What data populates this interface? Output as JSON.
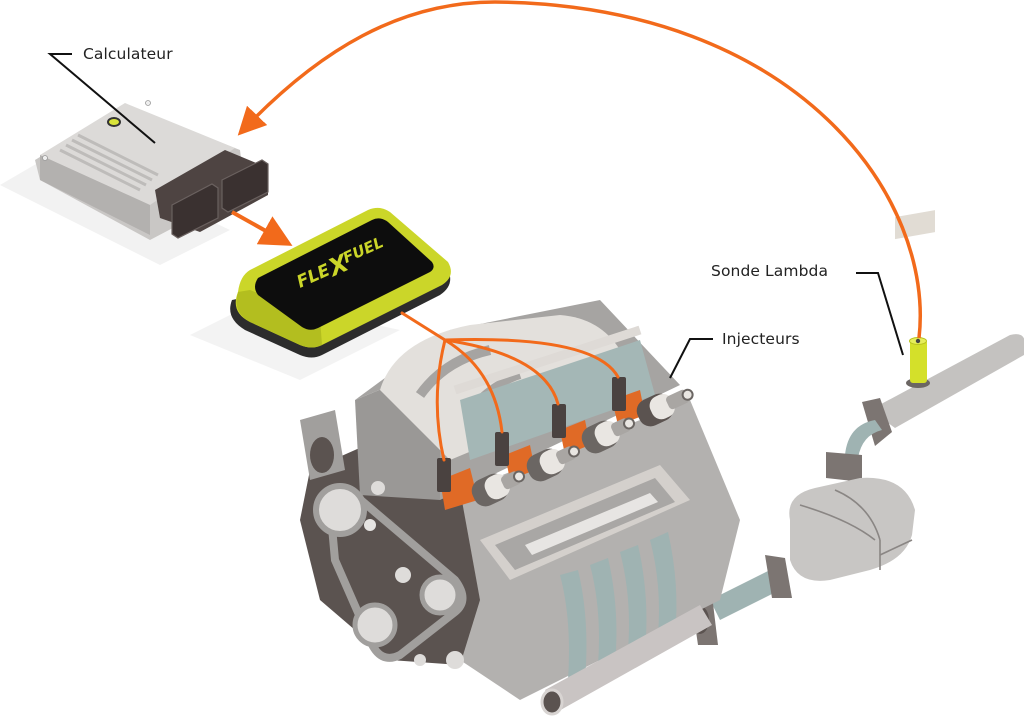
{
  "diagram": {
    "title": "Flexfuel ethanol conversion kit installation",
    "labels": {
      "calculateur": "Calculateur",
      "sonde_lambda": "Sonde Lambda",
      "injecteurs": "Injecteurs"
    },
    "device": {
      "logo_left": "FLE",
      "logo_x": "X",
      "logo_right": "FUEL"
    },
    "components": [
      "ecu",
      "flexfuel-box",
      "engine",
      "injectors",
      "exhaust-line",
      "catalytic-converter",
      "lambda-sensor"
    ],
    "connections": [
      {
        "from": "lambda-sensor",
        "to": "ecu",
        "type": "signal-arc"
      },
      {
        "from": "ecu",
        "to": "flexfuel-box",
        "type": "arrow"
      },
      {
        "from": "flexfuel-box",
        "to": "injectors",
        "type": "wires",
        "count": 4
      }
    ],
    "colors": {
      "accent_orange": "#f26a1b",
      "device_yellow": "#d4e02a",
      "device_black": "#111111",
      "metal_light": "#d6d4d2",
      "metal_mid": "#a9a7a5",
      "metal_dark": "#5b5350",
      "pipe_teal": "#9fb3b2",
      "label_text": "#222222"
    }
  }
}
